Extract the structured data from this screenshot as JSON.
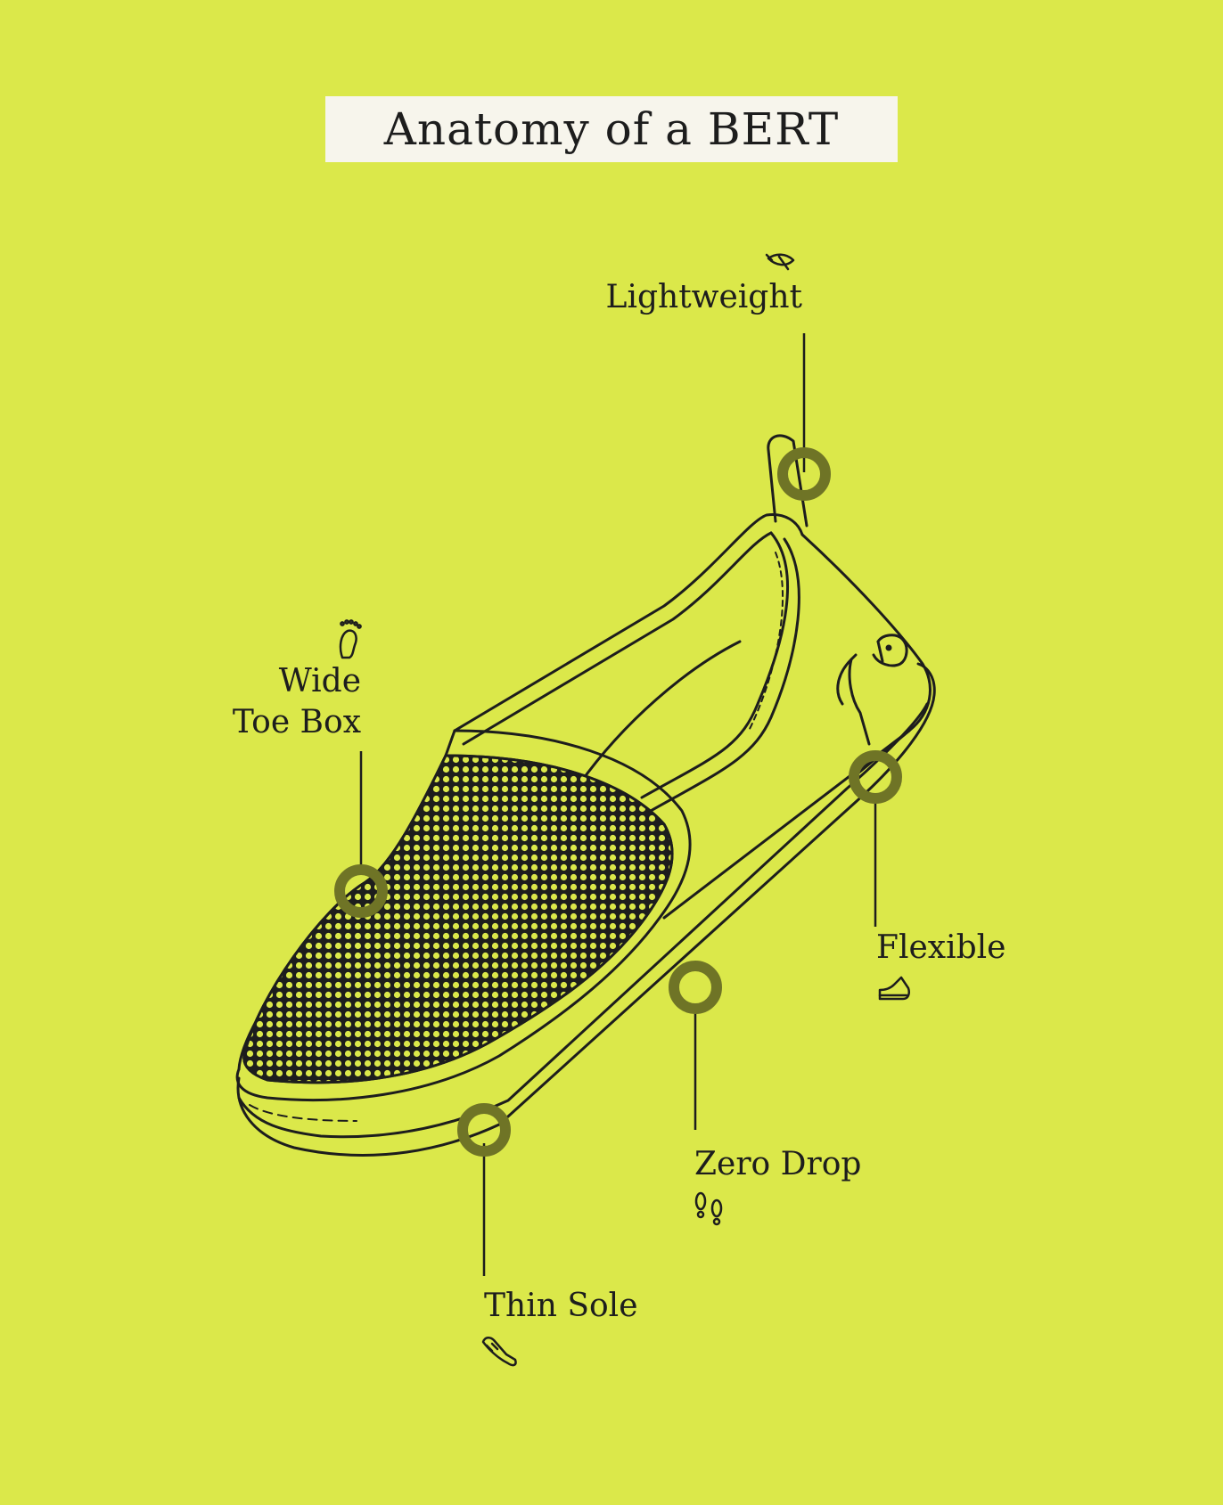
{
  "title": "Anatomy of a BERT",
  "colors": {
    "background": "#dbe84a",
    "title_box": "#f7f5ec",
    "ink": "#1d1d1d",
    "marker_ring": "#6f7426"
  },
  "features": [
    {
      "id": "lightweight",
      "label": "Lightweight",
      "icon": "feather-icon"
    },
    {
      "id": "wide-toe-box",
      "label_lines": [
        "Wide",
        "Toe Box"
      ],
      "icon": "footprint-icon"
    },
    {
      "id": "flexible",
      "label": "Flexible",
      "icon": "bending-shoe-icon"
    },
    {
      "id": "zero-drop",
      "label": "Zero Drop",
      "icon": "footprints-icon"
    },
    {
      "id": "thin-sole",
      "label": "Thin Sole",
      "icon": "shoe-icon"
    }
  ]
}
